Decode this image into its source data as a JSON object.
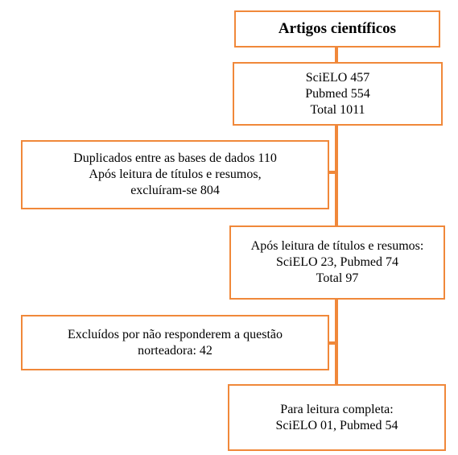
{
  "colors": {
    "border": "#f0883a",
    "connector": "#f0883a",
    "text": "#000000",
    "background": "#ffffff"
  },
  "boxes": {
    "title": {
      "text": "Artigos científicos"
    },
    "sources": {
      "lines": [
        "SciELO 457",
        "Pubmed 554",
        "Total 1011"
      ]
    },
    "excluded_first": {
      "lines": [
        "Duplicados entre as bases de dados 110",
        "Após leitura de títulos e resumos,",
        "excluíram-se 804"
      ]
    },
    "after_screening": {
      "lines": [
        "Após leitura de títulos e resumos:",
        "SciELO 23, Pubmed 74",
        "Total 97"
      ]
    },
    "excluded_second": {
      "lines": [
        "Excluídos por não responderem a questão",
        "norteadora: 42"
      ]
    },
    "final": {
      "lines": [
        "Para leitura completa:",
        "SciELO 01, Pubmed 54"
      ]
    }
  }
}
